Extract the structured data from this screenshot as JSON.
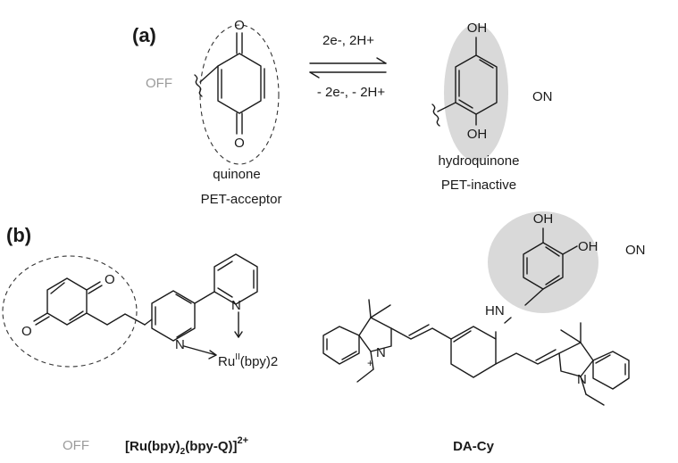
{
  "panel_a": {
    "label": "(a)",
    "off_label": "OFF",
    "on_label": "ON",
    "forward_arrow_label": "2e-, 2H+",
    "reverse_arrow_label": "- 2e-, - 2H+",
    "left_molecule": {
      "name": "quinone",
      "role": "PET-acceptor",
      "atom_top": "O",
      "atom_bottom": "O"
    },
    "right_molecule": {
      "name": "hydroquinone",
      "role": "PET-inactive",
      "atom_top": "OH",
      "atom_bottom": "OH"
    }
  },
  "panel_b": {
    "label": "(b)",
    "off_label": "OFF",
    "on_label": "ON",
    "left_compound": {
      "name_main": "[Ru(bpy)",
      "name_sub": "2",
      "name_mid": "(bpy-Q)]",
      "name_sup": "2+",
      "atom_o_top": "O",
      "atom_o_left": "O",
      "atom_n_bottom": "N",
      "atom_n_top": "N",
      "ru_base": "Ru",
      "ru_sup": "II",
      "ru_rest": "(bpy)2"
    },
    "right_compound": {
      "name": "DA-Cy",
      "atom_oh1": "OH",
      "atom_oh2": "OH",
      "atom_hn": "HN",
      "atom_n_left": "N",
      "charge_plus": "+",
      "atom_n_right": "N"
    }
  },
  "colors": {
    "highlight": "#d9d9d9",
    "off_text": "#9a9a9a",
    "ink": "#1a1a1a"
  }
}
